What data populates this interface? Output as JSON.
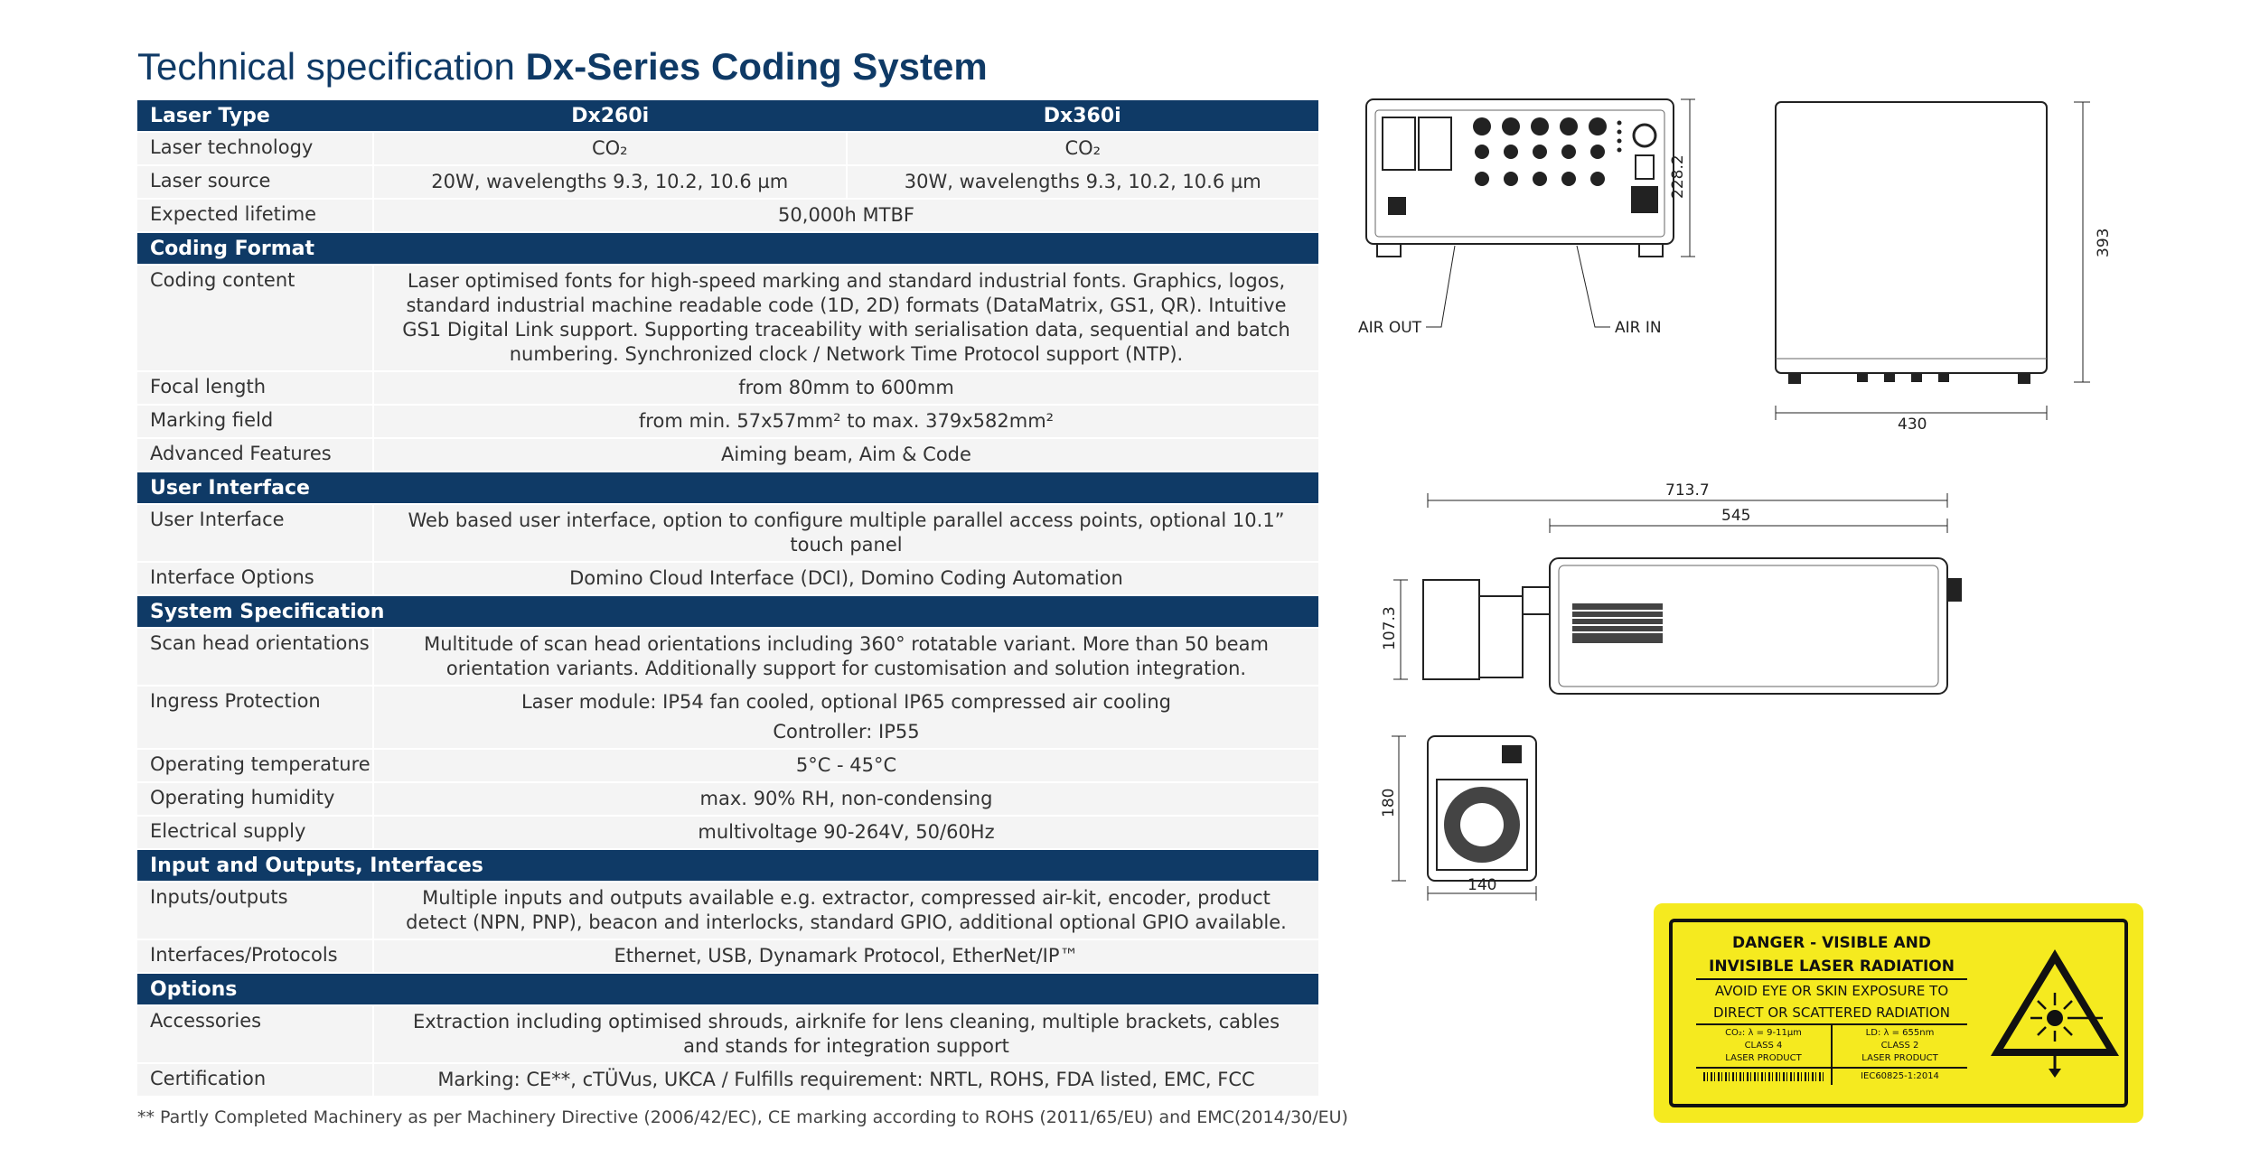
{
  "title": {
    "light": "Technical specification",
    "bold": "Dx-Series Coding System"
  },
  "header": {
    "col1": "Laser Type",
    "col2": "Dx260i",
    "col3": "Dx360i"
  },
  "sections": [
    {
      "name": "",
      "rows": [
        {
          "label": "Laser technology",
          "v1": "CO₂",
          "v2": "CO₂"
        },
        {
          "label": "Laser source",
          "v1": "20W, wavelengths 9.3, 10.2, 10.6 µm",
          "v2": "30W, wavelengths 9.3, 10.2, 10.6 µm"
        },
        {
          "label": "Expected lifetime",
          "span": "50,000h MTBF"
        }
      ]
    },
    {
      "name": "Coding Format",
      "rows": [
        {
          "label": "Coding content",
          "span": "Laser optimised fonts for high-speed marking and standard industrial fonts. Graphics, logos, standard industrial machine readable code (1D, 2D) formats (DataMatrix, GS1, QR). Intuitive GS1 Digital Link support. Supporting traceability with serialisation data, sequential and batch numbering. Synchronized clock / Network Time Protocol support (NTP)."
        },
        {
          "label": "Focal length",
          "span": "from 80mm to 600mm"
        },
        {
          "label": "Marking field",
          "span": "from min. 57x57mm² to max. 379x582mm²"
        },
        {
          "label": "Advanced Features",
          "span": "Aiming beam, Aim & Code"
        }
      ]
    },
    {
      "name": "User Interface",
      "rows": [
        {
          "label": "User Interface",
          "span": "Web based user interface, option to configure multiple parallel access points, optional 10.1” touch panel"
        },
        {
          "label": "Interface Options",
          "span": "Domino Cloud Interface (DCI), Domino Coding Automation"
        }
      ]
    },
    {
      "name": "System Specification",
      "rows": [
        {
          "label": "Scan head orientations",
          "span": "Multitude of scan head orientations including 360° rotatable variant. More than 50 beam orientation variants. Additionally support for customisation and solution integration."
        },
        {
          "label": "Ingress Protection",
          "span": "Laser module: IP54 fan cooled,  optional IP65 compressed air cooling",
          "span2": "Controller: IP55"
        },
        {
          "label": "Operating temperature",
          "span": "5°C - 45°C"
        },
        {
          "label": "Operating humidity",
          "span": "max. 90% RH, non-condensing"
        },
        {
          "label": "Electrical supply",
          "span": "multivoltage 90-264V, 50/60Hz"
        }
      ]
    },
    {
      "name": "Input and Outputs, Interfaces",
      "rows": [
        {
          "label": "Inputs/outputs",
          "span": "Multiple inputs and outputs available e.g. extractor, compressed air-kit, encoder, product detect (NPN, PNP),  beacon and interlocks, standard GPIO, additional optional GPIO available."
        },
        {
          "label": "Interfaces/Protocols",
          "span": "Ethernet, USB, Dynamark Protocol, EtherNet/IP™"
        }
      ]
    },
    {
      "name": "Options",
      "rows": [
        {
          "label": "Accessories",
          "span": "Extraction including optimised shrouds, airknife for lens cleaning, multiple brackets, cables and stands for integration support"
        },
        {
          "label": "Certification",
          "span": "Marking: CE**, cTÜVus, UKCA / Fulfills requirement: NRTL, ROHS, FDA listed, EMC, FCC"
        }
      ]
    }
  ],
  "footnote": "** Partly Completed Machinery as per Machinery Directive (2006/42/EC), CE marking according to ROHS (2011/65/EU) and EMC(2014/30/EU)",
  "drawings": {
    "controller_front": {
      "height": "228.2",
      "air_out": "AIR OUT",
      "air_in": "AIR IN"
    },
    "controller_side": {
      "height": "393",
      "width": "430"
    },
    "laser_top": {
      "overall": "713.7",
      "body": "545",
      "height": "107.3"
    },
    "laser_end": {
      "height": "180",
      "width": "140"
    }
  },
  "warning_label": {
    "line1": "DANGER - VISIBLE AND",
    "line2": "INVISIBLE LASER RADIATION",
    "line3": "AVOID EYE OR SKIN EXPOSURE TO",
    "line4": "DIRECT OR SCATTERED RADIATION",
    "left_spec": "CO₂: λ = 9-11µm",
    "left_class": "CLASS 4",
    "left_product": "LASER PRODUCT",
    "right_spec": "LD: λ = 655nm",
    "right_class": "CLASS 2",
    "right_product": "LASER PRODUCT",
    "standard": "IEC60825-1:2014",
    "colors": {
      "background": "#f5ea1f",
      "border": "#111111"
    }
  },
  "colors": {
    "header": "#0f3a66",
    "row": "#f4f4f4"
  }
}
